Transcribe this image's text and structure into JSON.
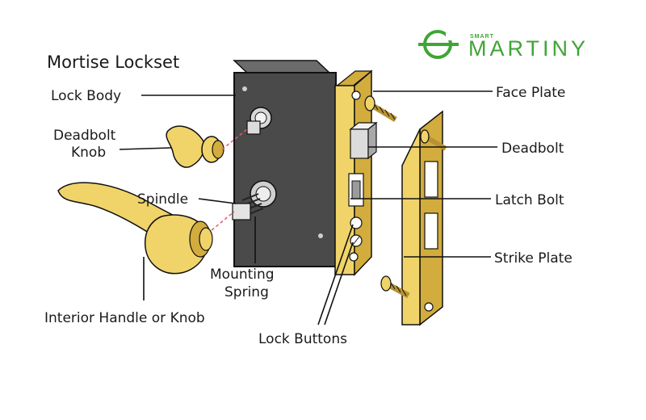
{
  "title": "Mortise Lockset",
  "brand": {
    "small": "SMART",
    "name": "MARTINY",
    "color": "#3fa535"
  },
  "colors": {
    "brass": "#f0d46a",
    "brass_shade": "#d2ac3c",
    "lock_body": "#4a4a4a",
    "line": "#111111",
    "dashed": "#e35b6a"
  },
  "labels": {
    "lock_body": "Lock Body",
    "deadbolt_knob_1": "Deadbolt",
    "deadbolt_knob_2": "Knob",
    "spindle": "Spindle",
    "mounting_spring_1": "Mounting",
    "mounting_spring_2": "Spring",
    "interior_handle": "Interior Handle or Knob",
    "face_plate": "Face Plate",
    "deadbolt": "Deadbolt",
    "latch_bolt": "Latch Bolt",
    "strike_plate": "Strike Plate",
    "lock_buttons": "Lock Buttons"
  }
}
